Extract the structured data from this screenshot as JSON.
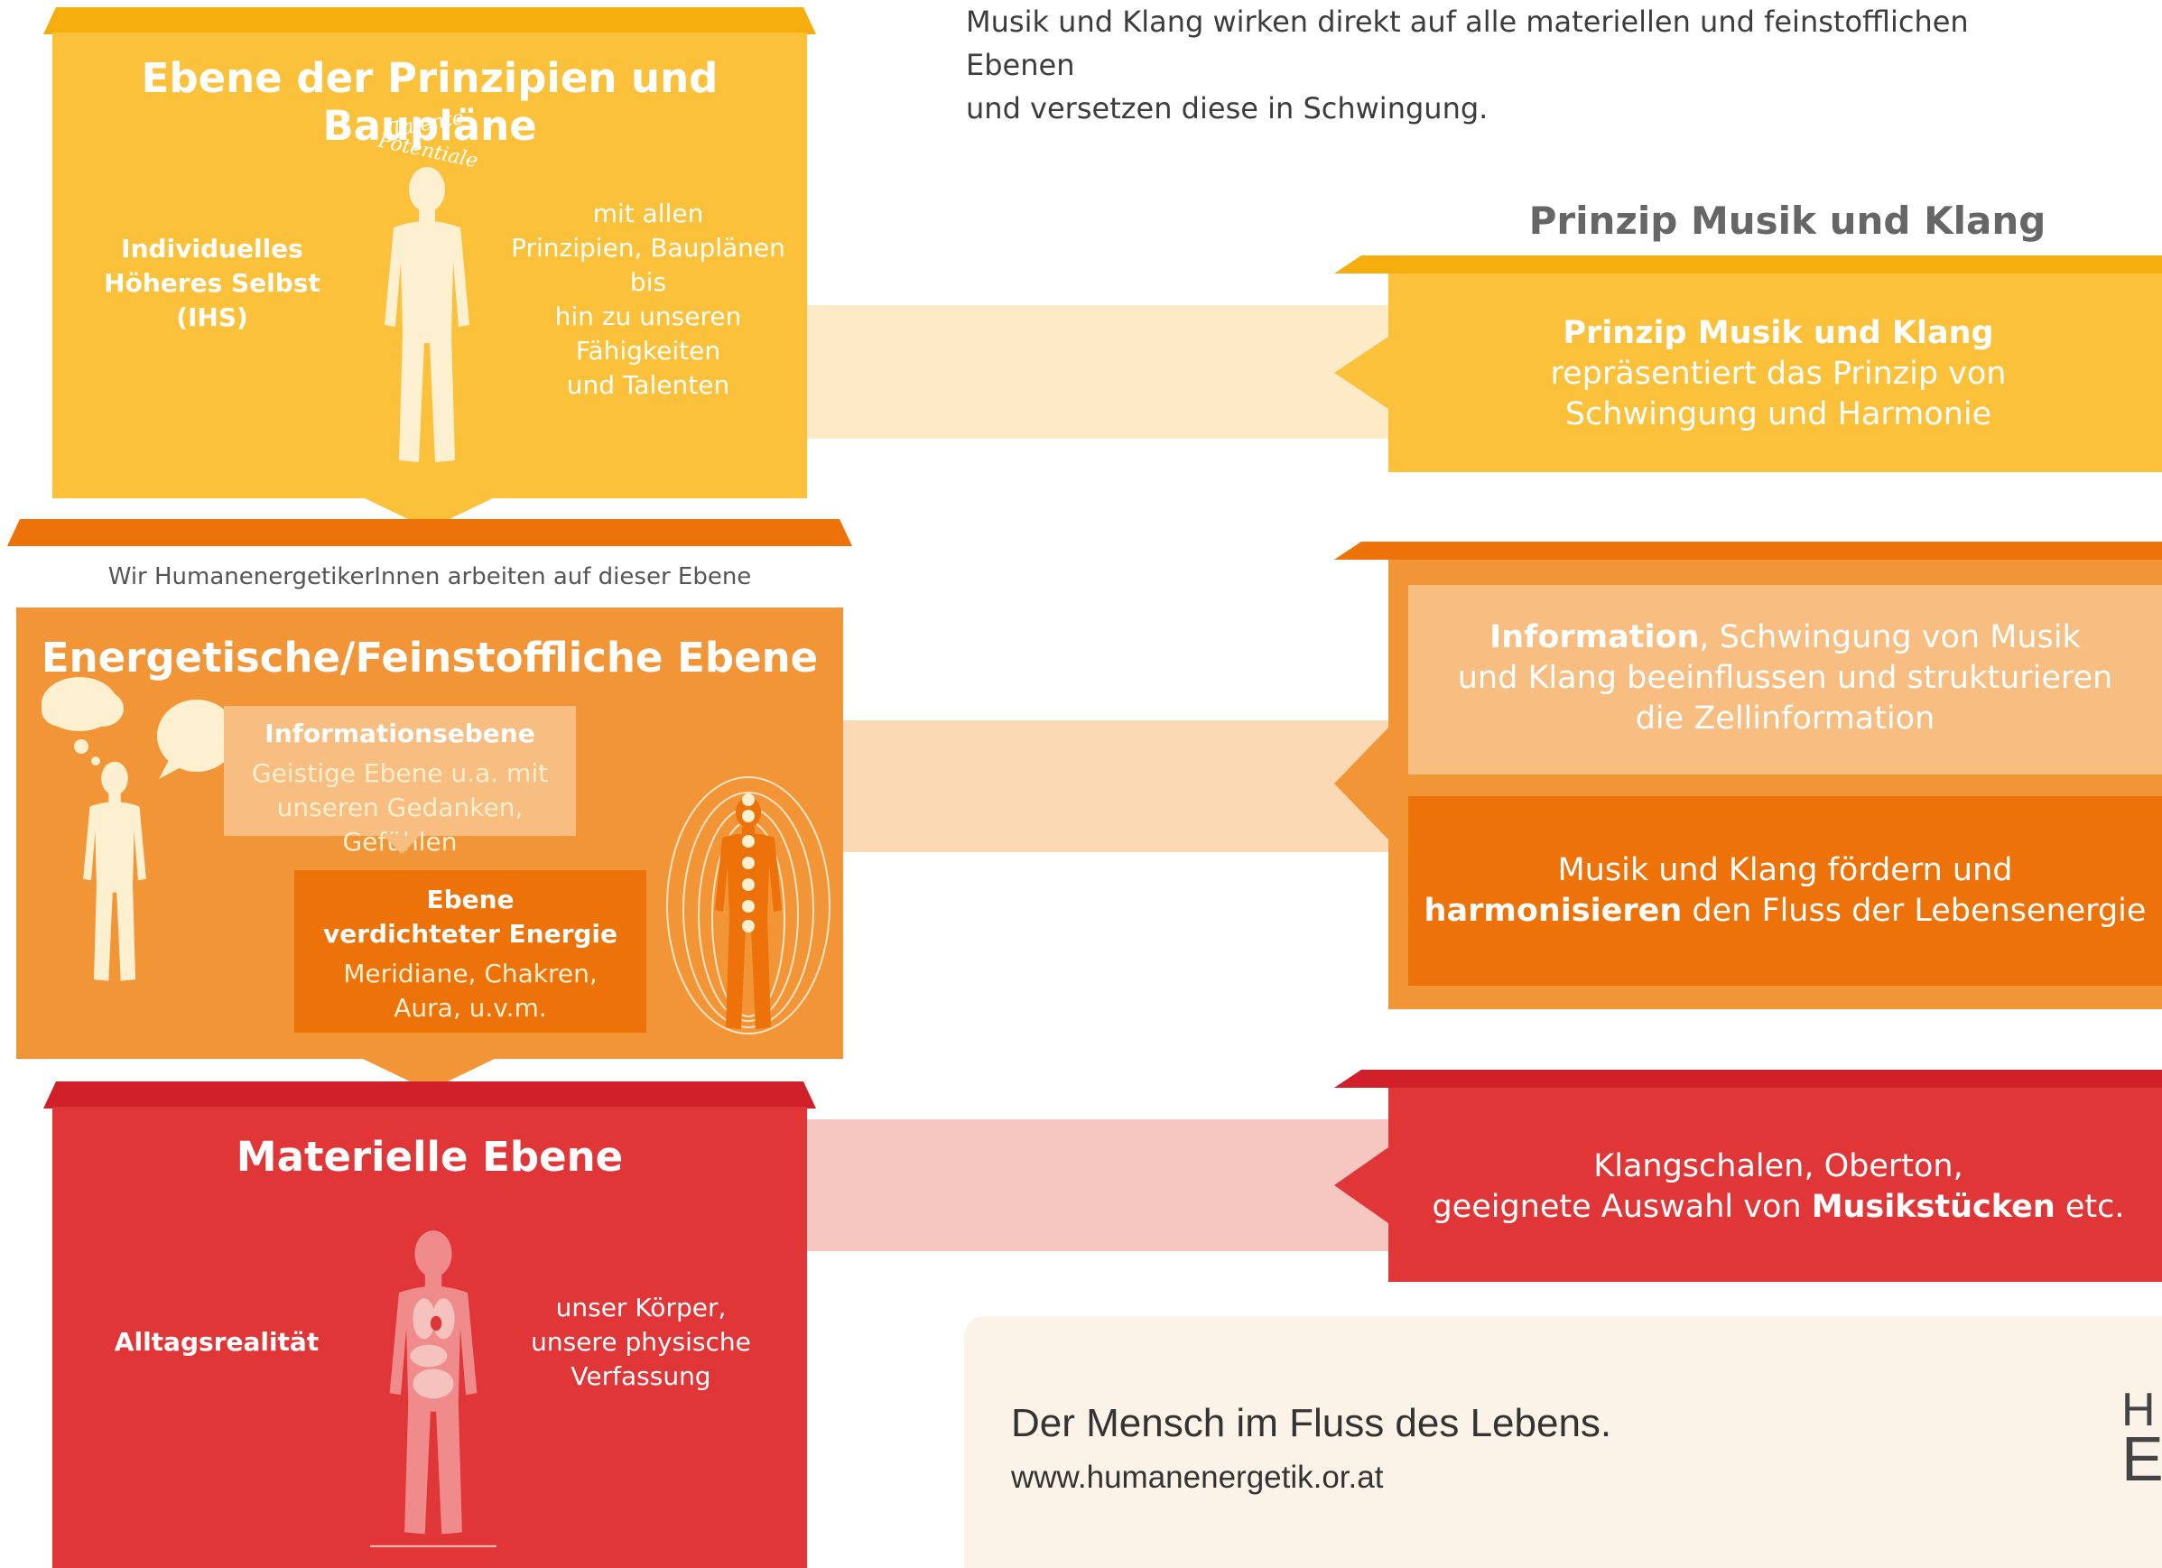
{
  "intro": {
    "line1": "Musik und Klang wirken direkt auf alle materiellen und feinstofflichen Ebenen",
    "line2": "und versetzen diese in Schwingung."
  },
  "principle_heading": "Prinzip Musik und Klang",
  "levels": {
    "principles": {
      "title": "Ebene der Prinzipien und Baupläne",
      "handwriting_1": "Talente",
      "handwriting_2": "Potentiale",
      "left_label_1": "Individuelles",
      "left_label_2": "Höheres Selbst (IHS)",
      "right_text": [
        "mit allen",
        "Prinzipien, Bauplänen bis",
        "hin zu unseren Fähigkeiten",
        "und Talenten"
      ]
    },
    "energetic": {
      "banner": "Wir HumanenergetikerInnen arbeiten auf dieser Ebene",
      "title": "Energetische/Feinstoffliche Ebene",
      "info_title": "Informationsebene",
      "info_text_1": "Geistige Ebene u.a. mit",
      "info_text_2": "unseren Gedanken, Gefühlen",
      "dense_title_1": "Ebene",
      "dense_title_2": "verdichteter Energie",
      "dense_text_1": "Meridiane, Chakren,",
      "dense_text_2": "Aura, u.v.m."
    },
    "material": {
      "title": "Materielle Ebene",
      "left_label": "Alltagsrealität",
      "right_text": [
        "unser Körper,",
        "unsere physische",
        "Verfassung"
      ]
    }
  },
  "panels": {
    "top": {
      "bold": "Prinzip Musik und Klang",
      "line2": "repräsentiert das Prinzip von",
      "line3": "Schwingung und Harmonie"
    },
    "middle_a": {
      "bold": "Information",
      "rest1": ", Schwingung von Musik",
      "line2": "und Klang beeinflussen und strukturieren",
      "line3": "die Zellinformation"
    },
    "middle_b": {
      "line1": "Musik und Klang fördern und",
      "bold": "harmonisieren",
      "rest2": " den Fluss der Lebensenergie"
    },
    "bottom": {
      "line1": "Klangschalen, Oberton,",
      "pre2": "geeignete Auswahl von ",
      "bold": "Musikstücken",
      "post2": " etc."
    }
  },
  "footer": {
    "slogan": "Der Mensch im Fluss des Lebens.",
    "url": "www.humanenergetik.or.at",
    "logo_top": "H",
    "logo_bottom": "E"
  },
  "colors": {
    "yellow": "#FBC13A",
    "yellow_dark": "#F6AE0F",
    "orange": "#F29537",
    "orange_dark": "#EC7209",
    "red": "#E03638",
    "red_dark": "#D0202A",
    "band_yellow": "#FDEBC8",
    "band_orange": "#FBD9B4",
    "band_red": "#F5C7C0",
    "footer_bg": "#FBF3E8"
  }
}
